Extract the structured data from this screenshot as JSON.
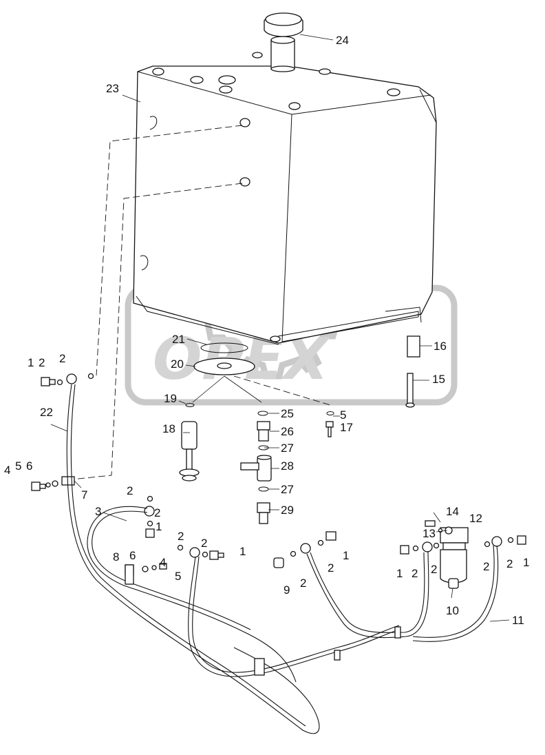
{
  "diagram": {
    "watermark_text": "OPEX",
    "callouts": {
      "c1a": "1",
      "c2a": "2",
      "c2b": "2",
      "c22": "22",
      "c23": "23",
      "c24": "24",
      "c21": "21",
      "c20": "20",
      "c16": "16",
      "c15": "15",
      "c19": "19",
      "c25": "25",
      "c5a": "5",
      "c17": "17",
      "c26": "26",
      "c27a": "27",
      "c18": "18",
      "c28": "28",
      "c4a": "4",
      "c5b": "5",
      "c6a": "6",
      "c7": "7",
      "c27b": "27",
      "c2c": "2",
      "c29": "29",
      "c3": "3",
      "c2d": "2",
      "c1b": "1",
      "c14": "14",
      "c12": "12",
      "c13": "13",
      "c2e": "2",
      "c2f": "2",
      "c1c": "1",
      "c8": "8",
      "c6b": "6",
      "c4b": "4",
      "c5c": "5",
      "c9": "9",
      "c2g": "2",
      "c2h": "2",
      "c1d": "1",
      "c1e": "1",
      "c2i": "2",
      "c2j": "2",
      "c10": "10",
      "c2k": "2",
      "c2l": "2",
      "c1f": "1",
      "c11": "11"
    }
  }
}
